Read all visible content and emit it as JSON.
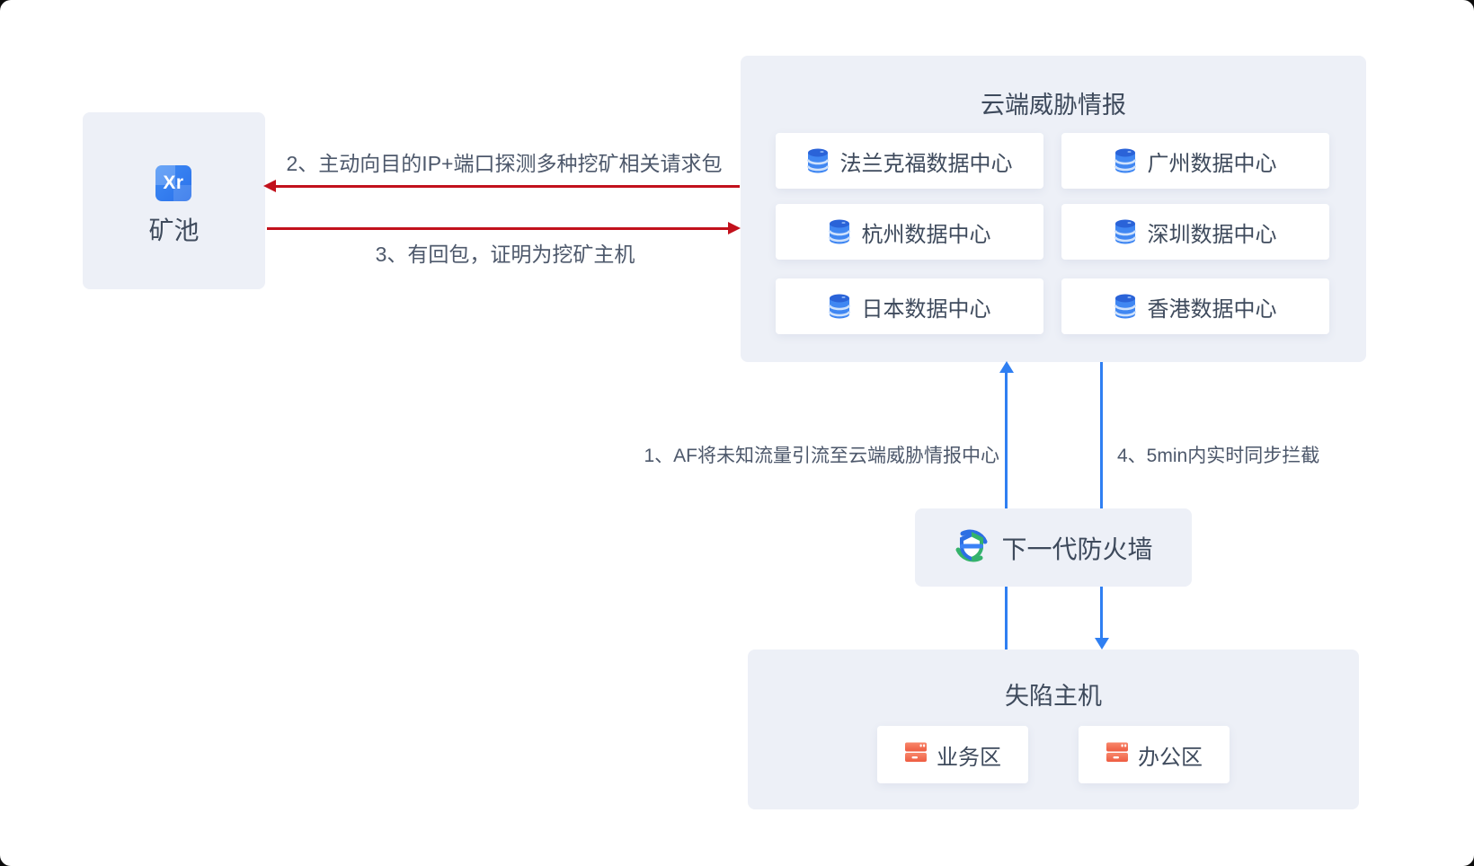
{
  "mine_pool": {
    "icon_text": "Xr",
    "label": "矿池"
  },
  "cloud": {
    "title": "云端威胁情报",
    "datacenters": [
      "法兰克福数据中心",
      "广州数据中心",
      "杭州数据中心",
      "深圳数据中心",
      "日本数据中心",
      "香港数据中心"
    ]
  },
  "firewall": {
    "label": "下一代防火墙"
  },
  "compromised": {
    "title": "失陷主机",
    "zones": [
      "业务区",
      "办公区"
    ]
  },
  "flows": {
    "step1": "1、AF将未知流量引流至云端威胁情报中心",
    "step2": "2、主动向目的IP+端口探测多种挖矿相关请求包",
    "step3": "3、有回包，证明为挖矿主机",
    "step4": "4、5min内实时同步拦截"
  },
  "colors": {
    "panel_bg": "#edf0f7",
    "text_dark": "#3e4a5c",
    "label_text": "#4d586b",
    "arrow_red": "#c2111c",
    "arrow_blue": "#2f7ff2",
    "db_icon_blue": "#4087f2",
    "server_icon_orange": "#f2674c",
    "shield_green": "#35b36b",
    "shield_blue": "#2d6fe3"
  }
}
